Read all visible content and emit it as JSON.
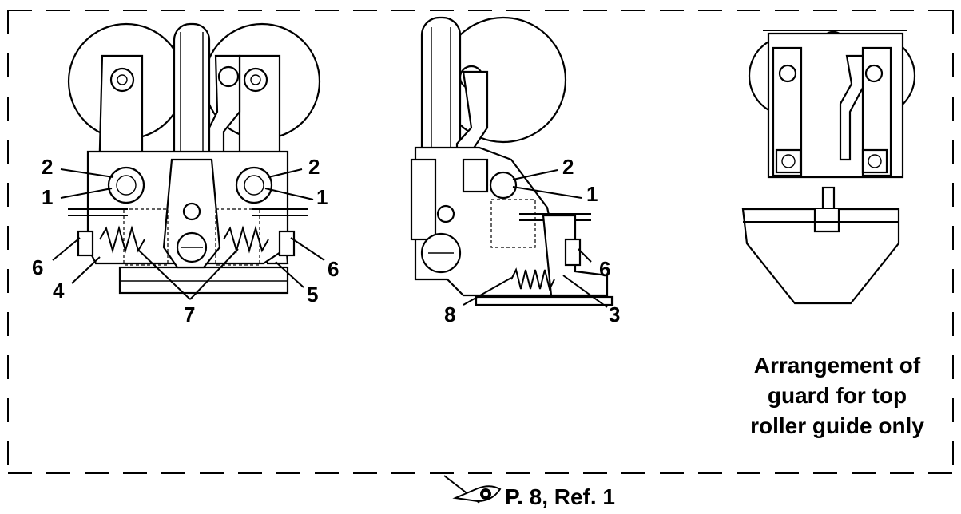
{
  "labels": {
    "left": [
      "2",
      "2",
      "1",
      "1",
      "6",
      "6",
      "4",
      "5",
      "7"
    ],
    "middle": [
      "2",
      "1",
      "6",
      "8",
      "3"
    ]
  },
  "caption": {
    "line1": "Arrangement of",
    "line2": "guard for top",
    "line3": "roller guide only"
  },
  "reference": {
    "icon": "eye-icon",
    "text": "P. 8, Ref. 1"
  }
}
